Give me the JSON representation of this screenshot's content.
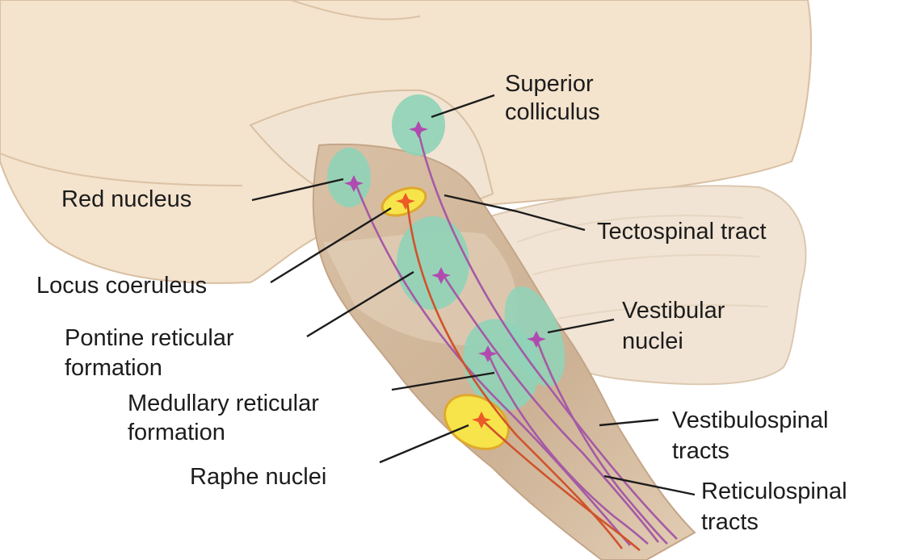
{
  "labels": {
    "superior_colliculus": [
      "Superior",
      "colliculus"
    ],
    "red_nucleus": "Red nucleus",
    "tectospinal_tract": "Tectospinal tract",
    "locus_coeruleus": "Locus coeruleus",
    "vestibular_nuclei": [
      "Vestibular",
      "nuclei"
    ],
    "pontine_reticular_formation": [
      "Pontine reticular",
      "formation"
    ],
    "medullary_reticular_formation": [
      "Medullary reticular",
      "formation"
    ],
    "vestibulospinal_tracts": [
      "Vestibulospinal",
      "tracts"
    ],
    "raphe_nuclei": "Raphe nuclei",
    "reticulospinal_tracts": [
      "Reticulospinal",
      "tracts"
    ]
  },
  "colors": {
    "nucleus_green": "#8fd3b8",
    "locus_yellow": "#f6e44a",
    "neuron_purple": "#b04ab0",
    "neuron_orange": "#ee5a26",
    "tract_purple": "#a55aa5",
    "tract_red": "#d0532c"
  }
}
